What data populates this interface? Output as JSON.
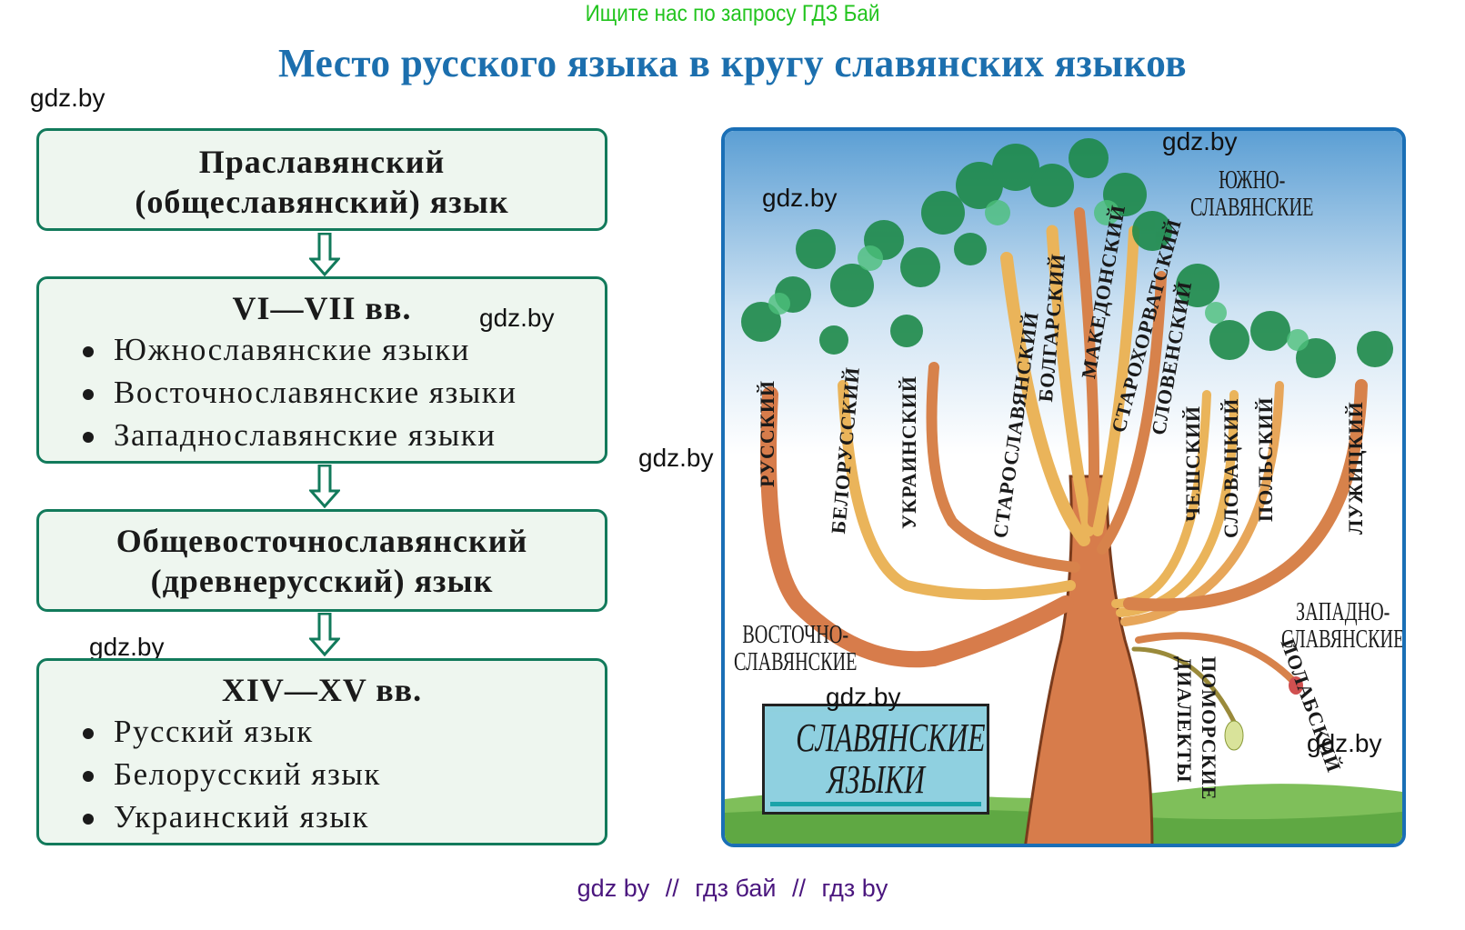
{
  "banner": {
    "text": "Ищите нас по запросу ГДЗ Бай"
  },
  "title": "Место русского языка в кругу славянских языков",
  "watermarks": [
    "gdz.by",
    "gdz.by",
    "gdz.by",
    "gdz.by",
    "gdz.by",
    "gdz.by",
    "gdz.by",
    "gdz.by"
  ],
  "flow": {
    "boxes": [
      {
        "title_lines": [
          "Праславянский",
          "(общеславянский) язык"
        ],
        "items": []
      },
      {
        "title_lines": [
          "VI—VII вв."
        ],
        "items": [
          "Южнославянские языки",
          "Восточнославянские языки",
          "Западнославянские языки"
        ]
      },
      {
        "title_lines": [
          "Общевосточнославянский",
          "(древнерусский) язык"
        ],
        "items": []
      },
      {
        "title_lines": [
          "XIV—XV вв."
        ],
        "items": [
          "Русский язык",
          "Белорусский язык",
          "Украинский язык"
        ]
      }
    ],
    "arrow_color": "#127a5b",
    "box_border_color": "#127a5b",
    "box_fill_color": "#eef6ef"
  },
  "tree": {
    "sign": [
      "СЛАВЯНСКИЕ",
      "ЯЗЫКИ"
    ],
    "groups": {
      "east": [
        "ВОСТОЧНО-",
        "СЛАВЯНСКИЕ"
      ],
      "south": [
        "ЮЖНО-",
        "СЛАВЯНСКИЕ"
      ],
      "west": [
        "ЗАПАДНО-",
        "СЛАВЯНСКИЕ"
      ]
    },
    "branches": [
      "РУССКИЙ",
      "БЕЛОРУССКИЙ",
      "УКРАИНСКИЙ",
      "СТАРОСЛАВЯНСКИЙ",
      "БОЛГАРСКИЙ",
      "МАКЕДОНСКИЙ",
      "СТАРОХОРВАТСКИЙ",
      "СЛОВЕНСКИЙ",
      "ЧЕШСКИЙ",
      "СЛОВАЦКИЙ",
      "ПОЛЬСКИЙ",
      "ЛУЖИЦКИЙ",
      "ПОЛАБСКИЙ",
      "ПОМОРСКИЕ",
      "ДИАЛЕКТЫ"
    ],
    "frame_color": "#1a6fb6"
  },
  "footer": {
    "parts": [
      "gdz by",
      "//",
      "гдз бай",
      "//",
      "гдз by"
    ]
  }
}
